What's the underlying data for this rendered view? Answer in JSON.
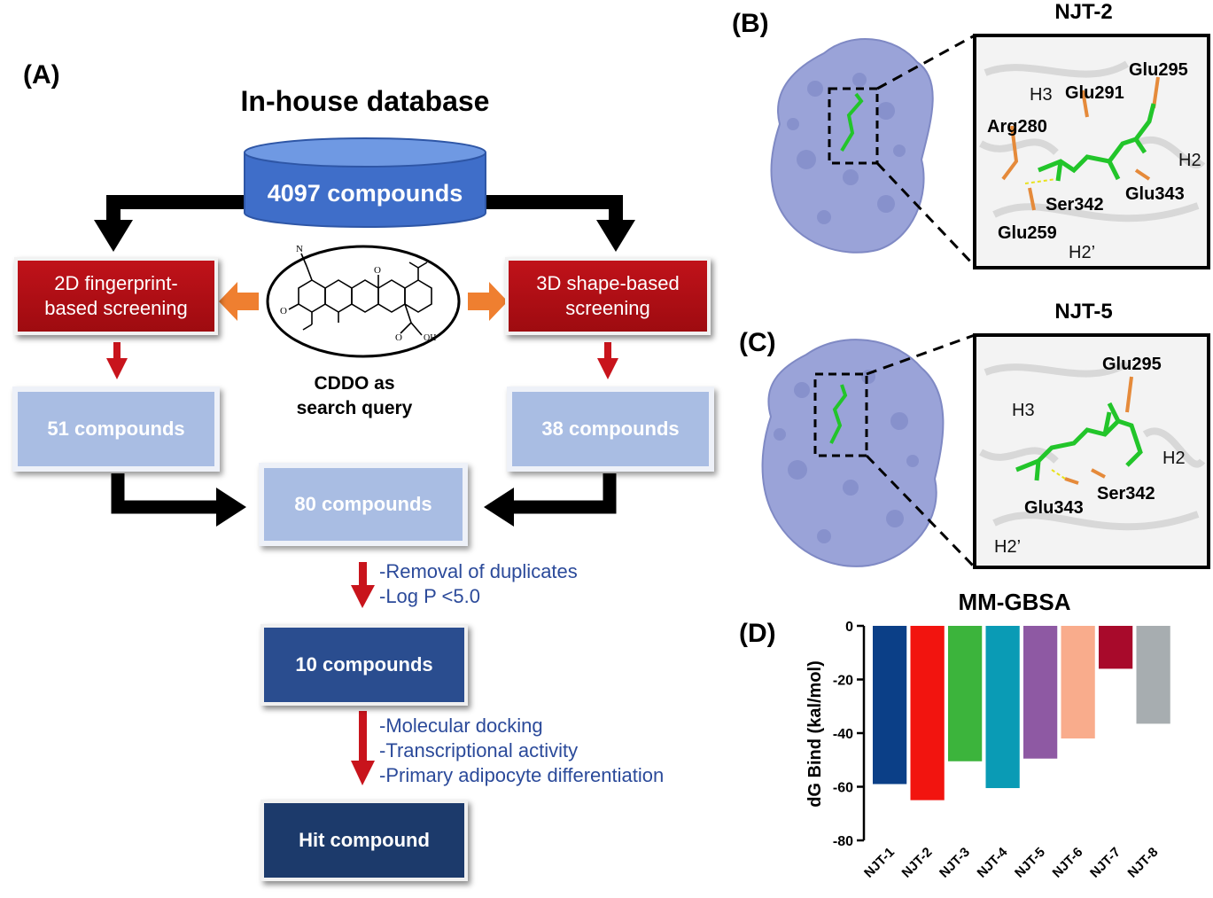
{
  "panel_a": {
    "letter": "(A)",
    "title": "In-house database",
    "database_label": "4097 compounds",
    "left_screen": "2D fingerprint-based screening",
    "right_screen": "3D shape-based screening",
    "query_label_1": "CDDO as",
    "query_label_2": "search query",
    "left_result": "51 compounds",
    "right_result": "38 compounds",
    "merged": "80 compounds",
    "filter1_line1": "-Removal of duplicates",
    "filter1_line2": "-Log P <5.0",
    "ten": "10 compounds",
    "filter2_line1": "-Molecular docking",
    "filter2_line2": "-Transcriptional activity",
    "filter2_line3": "-Primary adipocyte differentiation",
    "hit": "Hit compound",
    "struct_labels": {
      "oh": "OH",
      "n": "N",
      "o1": "O",
      "o2": "O",
      "o3": "O"
    }
  },
  "panel_b": {
    "letter": "(B)",
    "title": "NJT-2",
    "residues": [
      "Glu295",
      "Glu291",
      "H3",
      "Arg280",
      "H2",
      "Glu343",
      "Ser342",
      "Glu259",
      "H2’"
    ]
  },
  "panel_c": {
    "letter": "(C)",
    "title": "NJT-5",
    "residues": [
      "Glu295",
      "H3",
      "H2",
      "Ser342",
      "Glu343",
      "H2’"
    ]
  },
  "panel_d": {
    "letter": "(D)",
    "chart_data": {
      "type": "bar",
      "title": "MM-GBSA",
      "ylabel": "dG Bind (kal/mol)",
      "xlabel": "",
      "ylim": [
        -80,
        0
      ],
      "yticks": [
        0,
        -20,
        -40,
        -60,
        -80
      ],
      "categories": [
        "NJT-1",
        "NJT-2",
        "NJT-3",
        "NJT-4",
        "NJT-5",
        "NJT-6",
        "NJT-7",
        "NJT-8"
      ],
      "values": [
        -59,
        -65,
        -50.5,
        -60.5,
        -49.5,
        -42,
        -16,
        -36.5
      ],
      "colors": [
        "#0b3f87",
        "#f2140f",
        "#3cb43c",
        "#0a9bb5",
        "#8e59a3",
        "#f9ac8c",
        "#a80a2b",
        "#a7adb0"
      ],
      "grid": false
    }
  }
}
